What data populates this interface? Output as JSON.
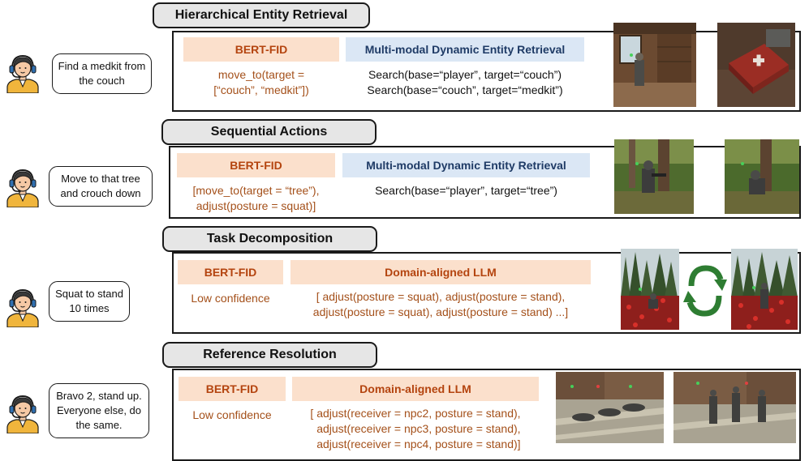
{
  "panels": [
    {
      "title": "Hierarchical Entity Retrieval",
      "speech": "Find a medkit from the couch",
      "left_header": "BERT-FID",
      "left_text": "move_to(target =\n[“couch”, “medkit”])",
      "right_header": "Multi-modal Dynamic Entity Retrieval",
      "right_text": "Search(base=“player”, target=“couch”)\nSearch(base=“couch”, target=“medkit”)"
    },
    {
      "title": "Sequential Actions",
      "speech": "Move to that tree and crouch down",
      "left_header": "BERT-FID",
      "left_text": "[move_to(target = “tree”),\nadjust(posture = squat)]",
      "right_header": "Multi-modal Dynamic Entity Retrieval",
      "right_text": "Search(base=“player”, target=“tree”)"
    },
    {
      "title": "Task Decomposition",
      "speech": "Squat to stand 10 times",
      "left_header": "BERT-FID",
      "left_text": "Low confidence",
      "right_header": "Domain-aligned LLM",
      "right_text": "[ adjust(posture = squat),  adjust(posture = stand),\nadjust(posture = squat), adjust(posture = stand) ...]"
    },
    {
      "title": "Reference Resolution",
      "speech": "Bravo 2, stand up. Everyone else, do the same.",
      "left_header": "BERT-FID",
      "left_text": "Low confidence",
      "right_header": "Domain-aligned LLM",
      "right_text": "[ adjust(receiver = npc2, posture = stand),\n  adjust(receiver = npc3, posture = stand),\n  adjust(receiver = npc4, posture = stand)]"
    }
  ],
  "colors": {
    "bert_header_bg": "#fbe0cc",
    "bert_header_text": "#b4440f",
    "retrieval_header_bg": "#dbe7f5",
    "retrieval_header_text": "#1f3b66",
    "bert_code_text": "#a4501a",
    "cycle_arrow": "#2e7d32",
    "tab_bg": "#e6e6e6"
  },
  "icons": {
    "avatar": "headset-operator-icon",
    "cycle": "cycle-arrows-icon"
  }
}
